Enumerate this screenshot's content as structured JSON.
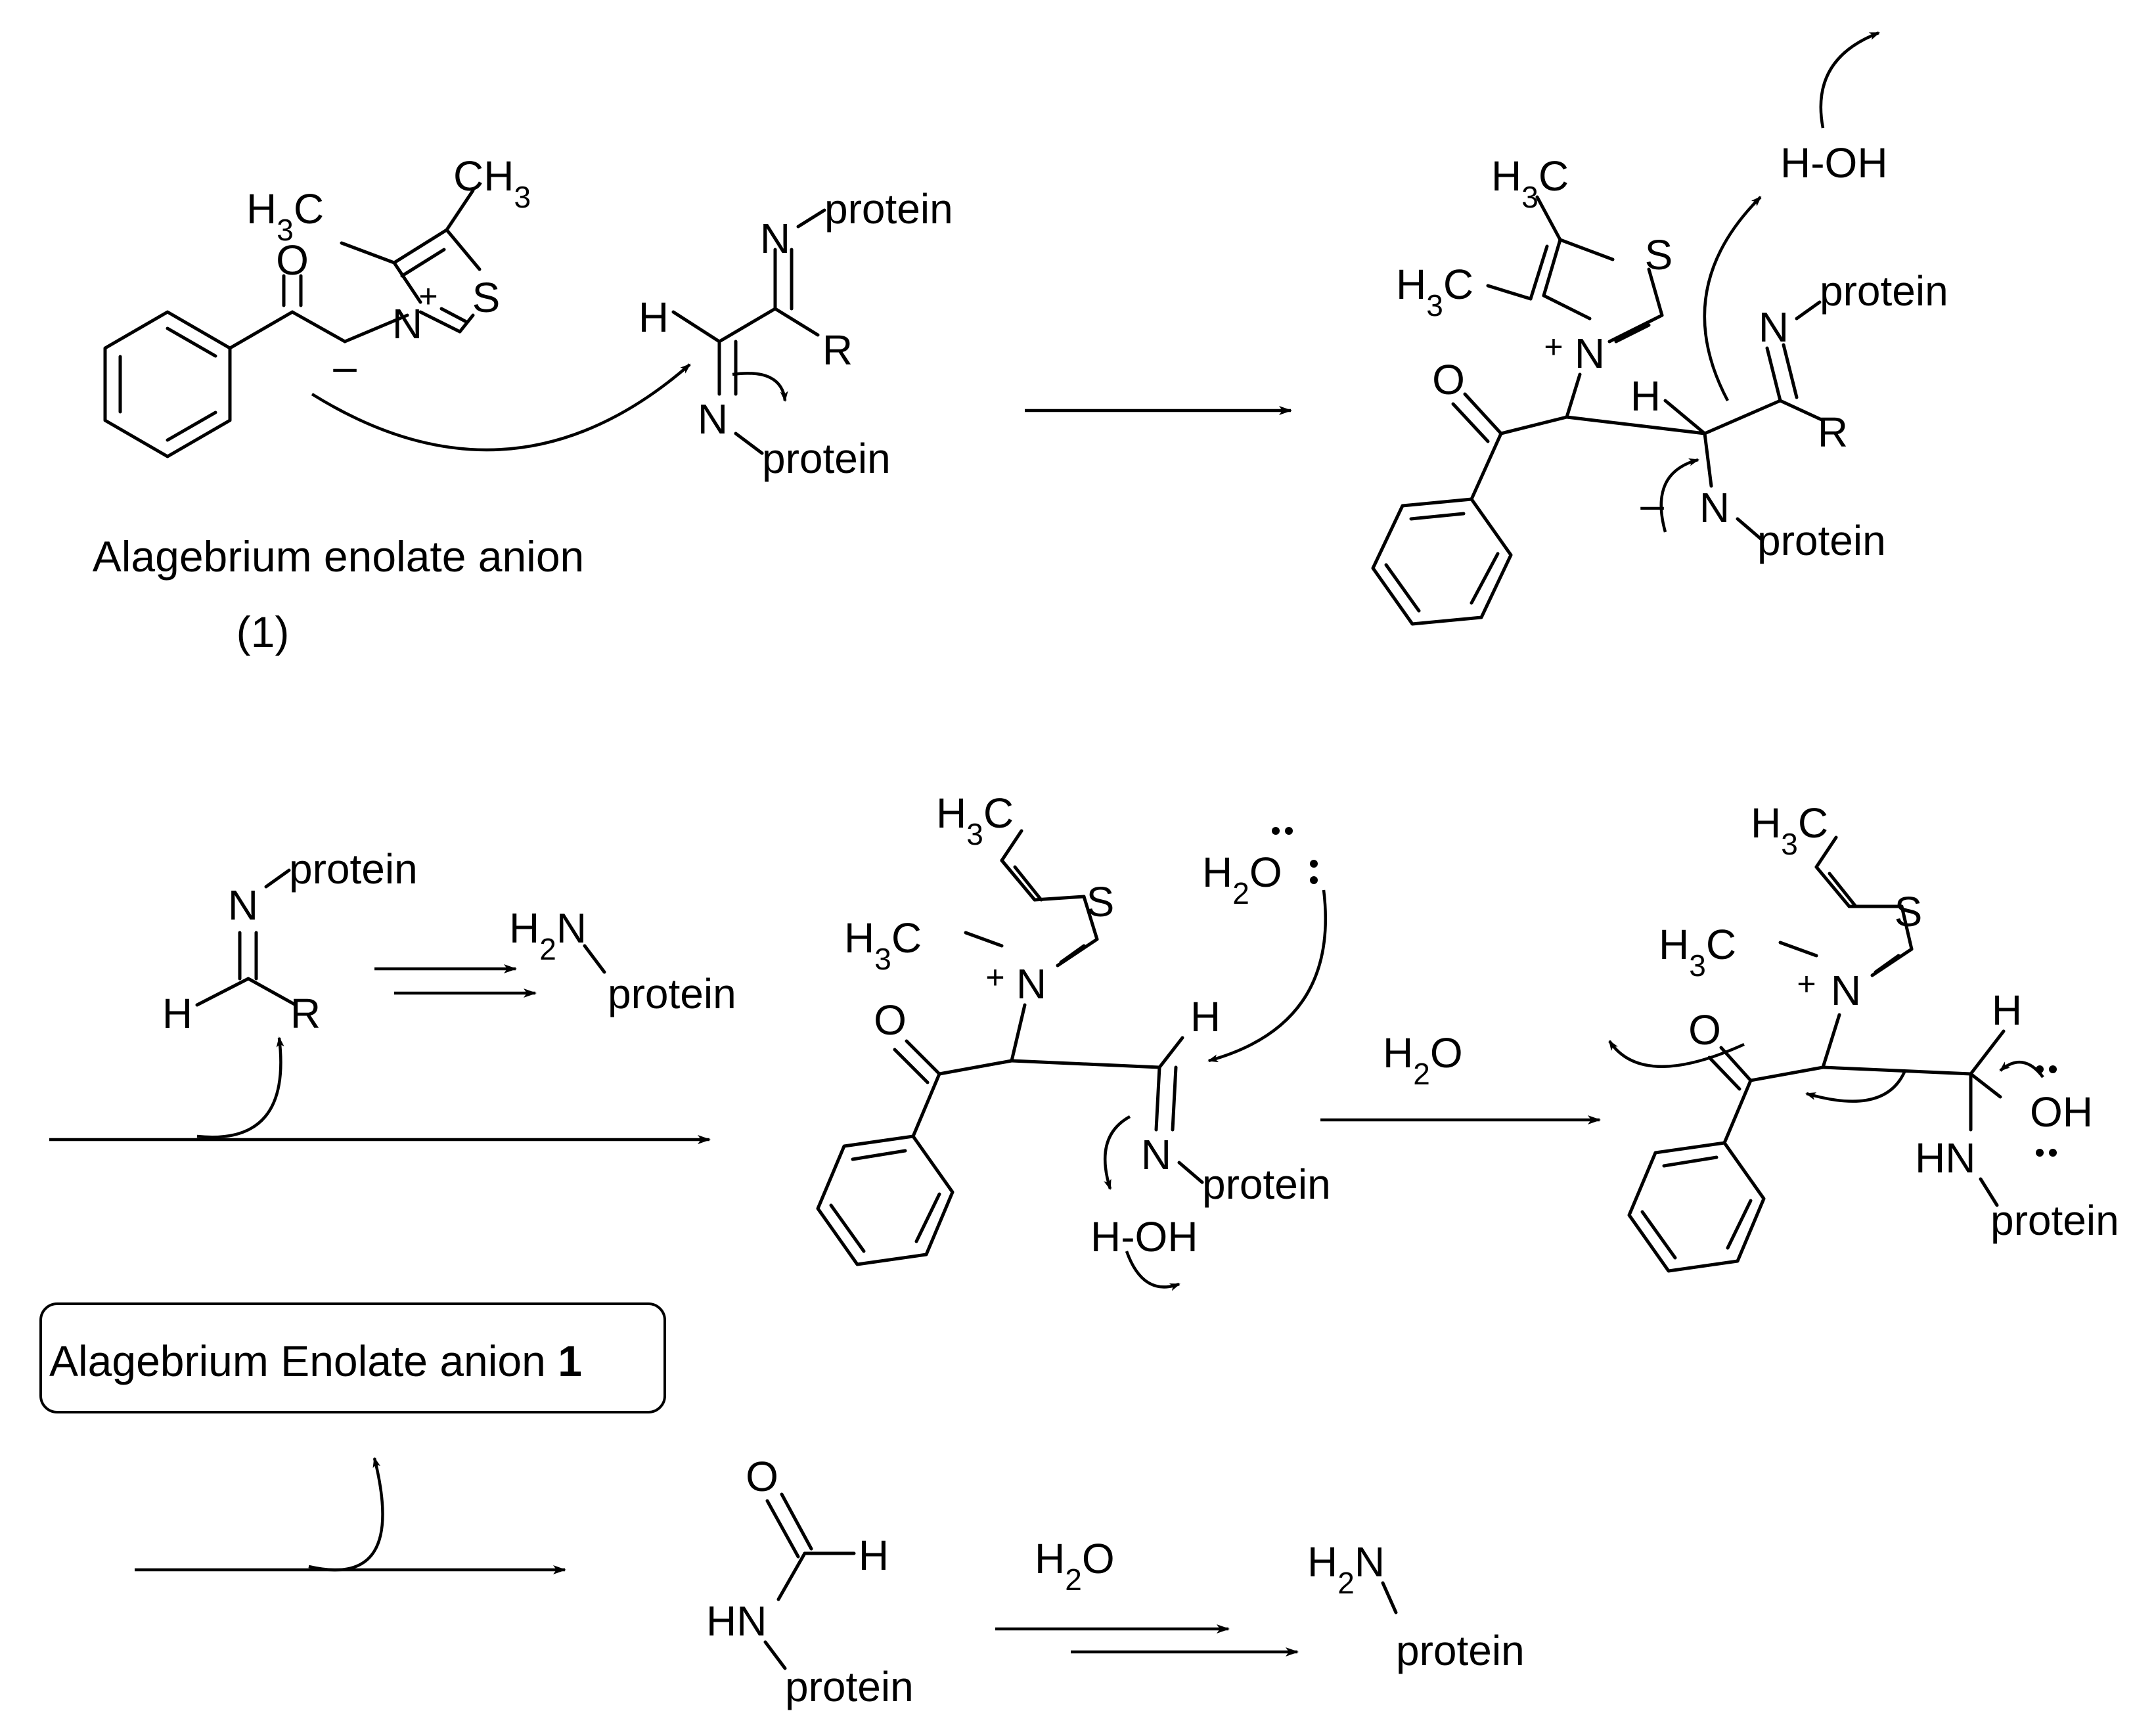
{
  "labels": {
    "protein": "protein",
    "R": "R",
    "H": "H",
    "N": "N",
    "HN": "HN",
    "H2N": "H2N",
    "S": "S",
    "O": "O",
    "OH": "OH",
    "H_OH": "H-OH",
    "H2O": "H2O",
    "H3C": "H3C",
    "CH3": "CH3",
    "plus": "+",
    "minus": "–"
  },
  "captions": {
    "enolate_name": "Alagebrium enolate anion",
    "enolate_number": "(1)",
    "enolate_box": "Alagebrium Enolate anion",
    "enolate_box_number": "1"
  },
  "reagents": {
    "hydrolysis_1": "H2O",
    "hydrolysis_2": "H2O"
  }
}
